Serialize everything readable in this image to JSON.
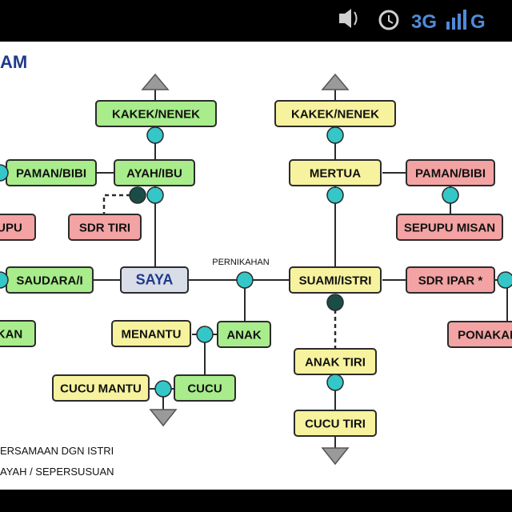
{
  "status_bar": {
    "network": "3G",
    "network_suffix": "G",
    "icons": [
      "volume-icon",
      "alarm-icon",
      "signal-icon"
    ]
  },
  "title": "AM",
  "nodes": {
    "kakek_nenek_left": "KAKEK/NENEK",
    "kakek_nenek_right": "KAKEK/NENEK",
    "paman_bibi_left": "PAMAN/BIBI",
    "ayah_ibu": "AYAH/IBU",
    "mertua": "MERTUA",
    "paman_bibi_right": "PAMAN/BIBI",
    "sepupu_left": "UPU",
    "sdr_tiri": "SDR TIRI",
    "sepupu_misan": "SEPUPU MISAN",
    "saudara": "SAUDARA/I",
    "saya": "SAYA",
    "pernikahan": "PERNIKAHAN",
    "suami_istri": "SUAMI/ISTRI",
    "sdr_ipar": "SDR IPAR *",
    "keponakan_left": "KAN",
    "menantu": "MENANTU",
    "anak": "ANAK",
    "anak_tiri": "ANAK TIRI",
    "ponakan_right": "PONAKAN",
    "cucu_mantu": "CUCU MANTU",
    "cucu": "CUCU",
    "cucu_tiri": "CUCU TIRI"
  },
  "legend": {
    "line1": "ERSAMAAN DGN ISTRI",
    "line2": "AYAH / SEPERSUSUAN"
  },
  "colors": {
    "green": "#a8ec8c",
    "yellow": "#f6f29e",
    "red": "#f3a3a3",
    "saya": "#d9dde8",
    "teal": "#35c6c8",
    "dark": "#1a4d47",
    "border": "#2b2b2b",
    "arrow": "#9a9a9a"
  }
}
